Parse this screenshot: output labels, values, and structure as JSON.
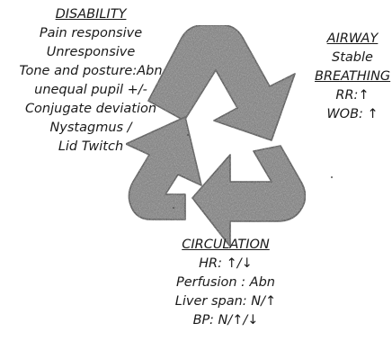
{
  "disability": {
    "heading": "DISABILITY",
    "lines": [
      "Pain responsive",
      "Unresponsive",
      "Tone and posture:Abn",
      "unequal pupil +/-",
      "Conjugate deviation",
      "Nystagmus /",
      "Lid Twitch"
    ]
  },
  "airway": {
    "heading": "AIRWAY",
    "value": "Stable"
  },
  "breathing": {
    "heading": "BREATHING",
    "lines": [
      "RR:↑",
      "WOB: ↑"
    ]
  },
  "circulation": {
    "heading": "CIRCULATION",
    "lines": [
      "HR: ↑/↓",
      "Perfusion : Abn",
      "Liver span: N/↑",
      "BP: N/↑/↓"
    ]
  },
  "colors": {
    "arrow_fill": "#7a7a7a",
    "arrow_edge": "#2e2e2e",
    "text": "#1a1a1a"
  }
}
